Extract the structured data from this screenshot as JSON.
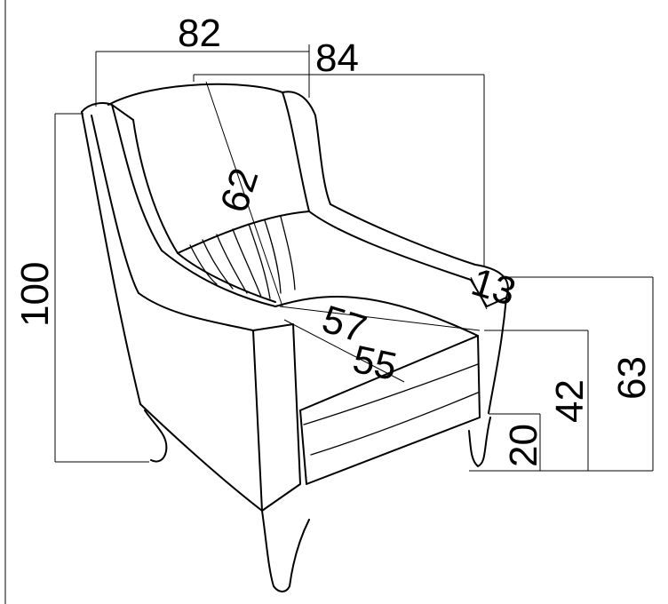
{
  "dimensions": {
    "width_total": "82",
    "depth_total": "84",
    "height_total": "100",
    "back_height": "62",
    "armrest_thickness": "13",
    "seat_depth_outer": "57",
    "seat_depth_inner": "55",
    "armrest_height": "63",
    "seat_height": "42",
    "leg_height": "20"
  }
}
